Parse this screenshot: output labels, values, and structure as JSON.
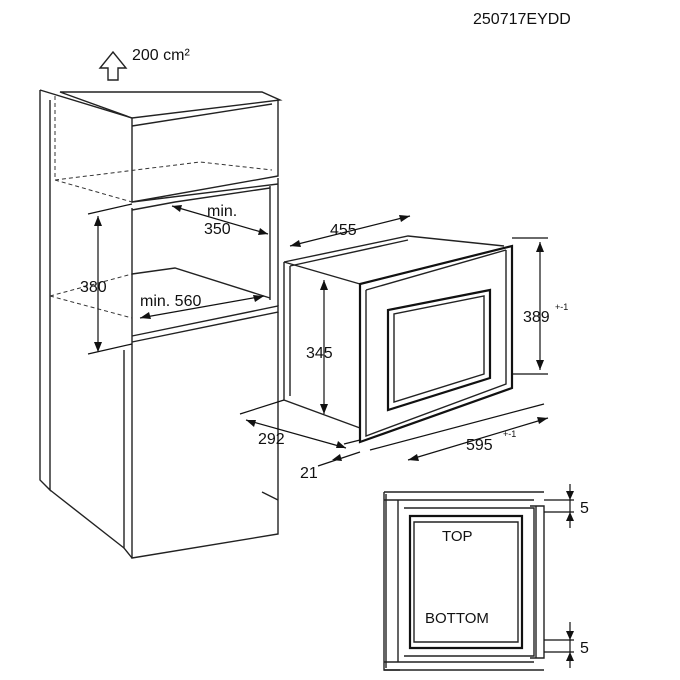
{
  "drawing_code": "250717EYDD",
  "ventilation": {
    "value": "200 cm²"
  },
  "niche": {
    "min_depth": {
      "line1": "min.",
      "line2": "350"
    },
    "height": "380",
    "min_width": "min. 560"
  },
  "appliance": {
    "depth": "455",
    "front_height": "345",
    "height": "389",
    "height_tolerance": "+-1",
    "side_depth": "292",
    "frame_offset": "21",
    "width": "595",
    "width_tolerance": "+-1"
  },
  "detail": {
    "top_label": "TOP",
    "bottom_label": "BOTTOM",
    "top_gap": "5",
    "bottom_gap": "5"
  }
}
